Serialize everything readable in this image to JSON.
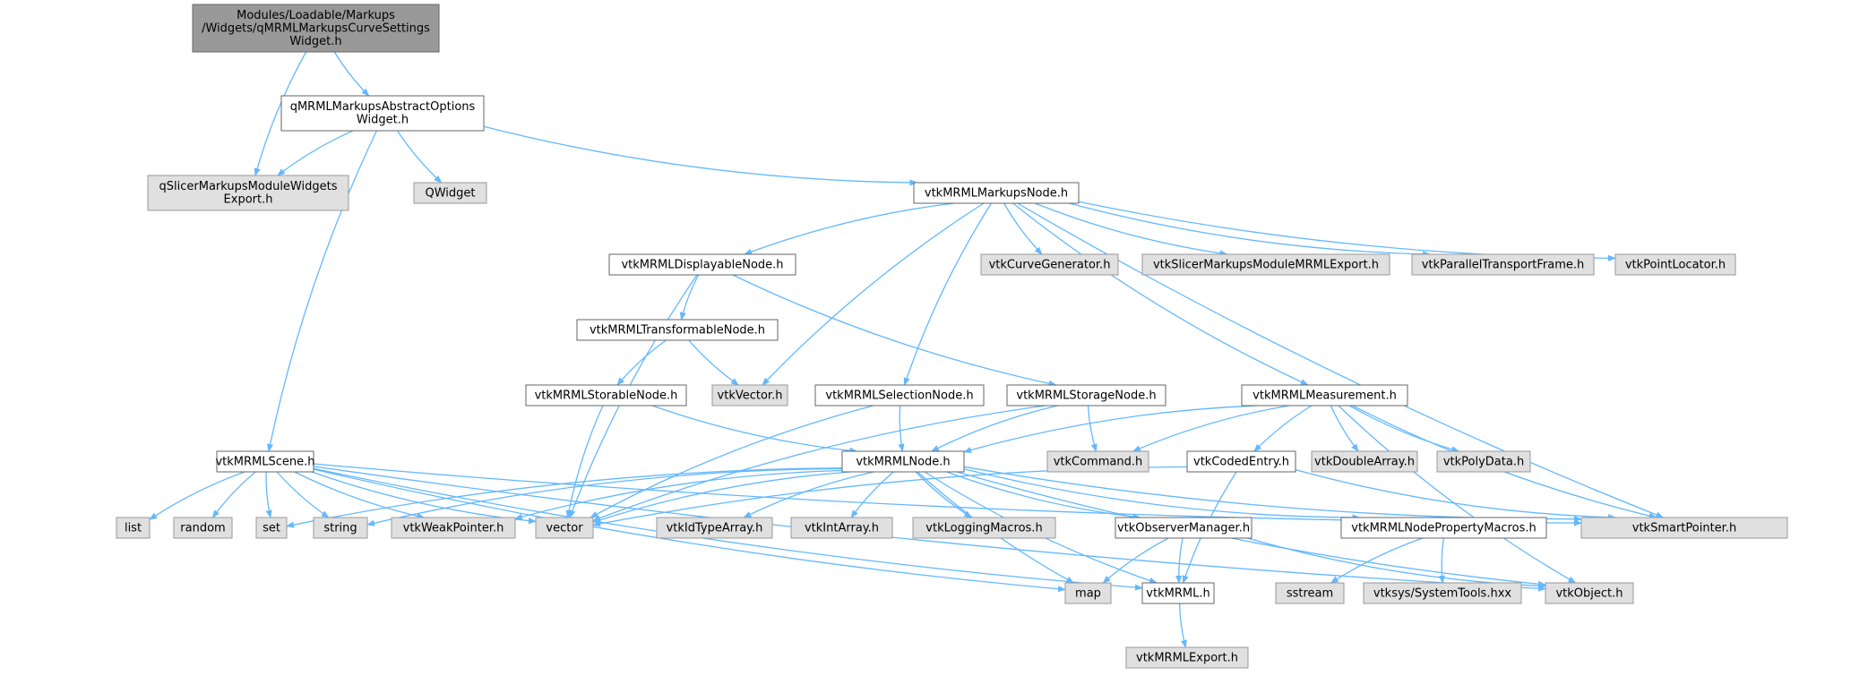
{
  "colors": {
    "root_fill": "#999999",
    "root_stroke": "#666666",
    "doc_fill": "#ffffff",
    "doc_stroke": "#666666",
    "ext_fill": "#e0e0e0",
    "ext_stroke": "#999999",
    "edge": "#63b8ff"
  },
  "nodes": [
    {
      "id": "root",
      "kind": "root",
      "lines": [
        "Modules/Loadable/Markups",
        "/Widgets/qMRMLMarkupsCurveSettings",
        "Widget.h"
      ]
    },
    {
      "id": "absopts",
      "kind": "doc",
      "lines": [
        "qMRMLMarkupsAbstractOptions",
        "Widget.h"
      ]
    },
    {
      "id": "qslicerexp",
      "kind": "ext",
      "lines": [
        "qSlicerMarkupsModuleWidgets",
        "Export.h"
      ]
    },
    {
      "id": "qwidget",
      "kind": "ext",
      "lines": [
        "QWidget"
      ]
    },
    {
      "id": "markupsnode",
      "kind": "doc",
      "lines": [
        "vtkMRMLMarkupsNode.h"
      ]
    },
    {
      "id": "displayable",
      "kind": "doc",
      "lines": [
        "vtkMRMLDisplayableNode.h"
      ]
    },
    {
      "id": "curvegen",
      "kind": "ext",
      "lines": [
        "vtkCurveGenerator.h"
      ]
    },
    {
      "id": "slicermrmlexp",
      "kind": "ext",
      "lines": [
        "vtkSlicerMarkupsModuleMRMLExport.h"
      ]
    },
    {
      "id": "paralleltf",
      "kind": "ext",
      "lines": [
        "vtkParallelTransportFrame.h"
      ]
    },
    {
      "id": "pointloc",
      "kind": "ext",
      "lines": [
        "vtkPointLocator.h"
      ]
    },
    {
      "id": "transformable",
      "kind": "doc",
      "lines": [
        "vtkMRMLTransformableNode.h"
      ]
    },
    {
      "id": "storable",
      "kind": "doc",
      "lines": [
        "vtkMRMLStorableNode.h"
      ]
    },
    {
      "id": "vtkvector",
      "kind": "ext",
      "lines": [
        "vtkVector.h"
      ]
    },
    {
      "id": "selection",
      "kind": "doc",
      "lines": [
        "vtkMRMLSelectionNode.h"
      ]
    },
    {
      "id": "storage",
      "kind": "doc",
      "lines": [
        "vtkMRMLStorageNode.h"
      ]
    },
    {
      "id": "measurement",
      "kind": "doc",
      "lines": [
        "vtkMRMLMeasurement.h"
      ]
    },
    {
      "id": "scene",
      "kind": "doc",
      "lines": [
        "vtkMRMLScene.h"
      ]
    },
    {
      "id": "mrmlnode",
      "kind": "doc",
      "lines": [
        "vtkMRMLNode.h"
      ]
    },
    {
      "id": "command",
      "kind": "ext",
      "lines": [
        "vtkCommand.h"
      ]
    },
    {
      "id": "codedentry",
      "kind": "doc",
      "lines": [
        "vtkCodedEntry.h"
      ]
    },
    {
      "id": "doublearray",
      "kind": "ext",
      "lines": [
        "vtkDoubleArray.h"
      ]
    },
    {
      "id": "polydata",
      "kind": "ext",
      "lines": [
        "vtkPolyData.h"
      ]
    },
    {
      "id": "list",
      "kind": "ext",
      "lines": [
        "list"
      ]
    },
    {
      "id": "random",
      "kind": "ext",
      "lines": [
        "random"
      ]
    },
    {
      "id": "set",
      "kind": "ext",
      "lines": [
        "set"
      ]
    },
    {
      "id": "string",
      "kind": "ext",
      "lines": [
        "string"
      ]
    },
    {
      "id": "weakptr",
      "kind": "ext",
      "lines": [
        "vtkWeakPointer.h"
      ]
    },
    {
      "id": "vector",
      "kind": "ext",
      "lines": [
        "vector"
      ]
    },
    {
      "id": "idtype",
      "kind": "ext",
      "lines": [
        "vtkIdTypeArray.h"
      ]
    },
    {
      "id": "intarray",
      "kind": "ext",
      "lines": [
        "vtkIntArray.h"
      ]
    },
    {
      "id": "logging",
      "kind": "ext",
      "lines": [
        "vtkLoggingMacros.h"
      ]
    },
    {
      "id": "observer",
      "kind": "doc",
      "lines": [
        "vtkObserverManager.h"
      ]
    },
    {
      "id": "propmacros",
      "kind": "doc",
      "lines": [
        "vtkMRMLNodePropertyMacros.h"
      ]
    },
    {
      "id": "smartptr",
      "kind": "ext",
      "lines": [
        "vtkSmartPointer.h"
      ]
    },
    {
      "id": "map",
      "kind": "ext",
      "lines": [
        "map"
      ]
    },
    {
      "id": "vtkmrml",
      "kind": "doc",
      "lines": [
        "vtkMRML.h"
      ]
    },
    {
      "id": "sstream",
      "kind": "ext",
      "lines": [
        "sstream"
      ]
    },
    {
      "id": "systools",
      "kind": "ext",
      "lines": [
        "vtksys/SystemTools.hxx"
      ]
    },
    {
      "id": "vtkobject",
      "kind": "ext",
      "lines": [
        "vtkObject.h"
      ]
    },
    {
      "id": "mrmlexport",
      "kind": "ext",
      "lines": [
        "vtkMRMLExport.h"
      ]
    }
  ],
  "edges": [
    [
      "root",
      "qslicerexp"
    ],
    [
      "root",
      "absopts"
    ],
    [
      "absopts",
      "qslicerexp"
    ],
    [
      "absopts",
      "qwidget"
    ],
    [
      "absopts",
      "markupsnode"
    ],
    [
      "absopts",
      "scene"
    ],
    [
      "markupsnode",
      "displayable"
    ],
    [
      "markupsnode",
      "curvegen"
    ],
    [
      "markupsnode",
      "slicermrmlexp"
    ],
    [
      "markupsnode",
      "paralleltf"
    ],
    [
      "markupsnode",
      "pointloc"
    ],
    [
      "markupsnode",
      "smartptr"
    ],
    [
      "markupsnode",
      "vtkvector"
    ],
    [
      "markupsnode",
      "selection"
    ],
    [
      "markupsnode",
      "measurement"
    ],
    [
      "displayable",
      "transformable"
    ],
    [
      "displayable",
      "storage"
    ],
    [
      "displayable",
      "vector"
    ],
    [
      "transformable",
      "storable"
    ],
    [
      "transformable",
      "vtkvector"
    ],
    [
      "storable",
      "mrmlnode"
    ],
    [
      "storable",
      "vector"
    ],
    [
      "selection",
      "mrmlnode"
    ],
    [
      "selection",
      "vector"
    ],
    [
      "storage",
      "mrmlnode"
    ],
    [
      "storage",
      "command"
    ],
    [
      "storage",
      "vector"
    ],
    [
      "measurement",
      "mrmlnode"
    ],
    [
      "measurement",
      "command"
    ],
    [
      "measurement",
      "codedentry"
    ],
    [
      "measurement",
      "doublearray"
    ],
    [
      "measurement",
      "polydata"
    ],
    [
      "measurement",
      "smartptr"
    ],
    [
      "measurement",
      "vtkobject"
    ],
    [
      "codedentry",
      "vector"
    ],
    [
      "codedentry",
      "vtkmrml"
    ],
    [
      "codedentry",
      "smartptr"
    ],
    [
      "scene",
      "list"
    ],
    [
      "scene",
      "random"
    ],
    [
      "scene",
      "set"
    ],
    [
      "scene",
      "string"
    ],
    [
      "scene",
      "weakptr"
    ],
    [
      "scene",
      "vector"
    ],
    [
      "scene",
      "map"
    ],
    [
      "scene",
      "vtkmrml"
    ],
    [
      "scene",
      "smartptr"
    ],
    [
      "scene",
      "vtkobject"
    ],
    [
      "mrmlnode",
      "set"
    ],
    [
      "mrmlnode",
      "string"
    ],
    [
      "mrmlnode",
      "weakptr"
    ],
    [
      "mrmlnode",
      "vector"
    ],
    [
      "mrmlnode",
      "idtype"
    ],
    [
      "mrmlnode",
      "intarray"
    ],
    [
      "mrmlnode",
      "logging"
    ],
    [
      "mrmlnode",
      "observer"
    ],
    [
      "mrmlnode",
      "propmacros"
    ],
    [
      "mrmlnode",
      "smartptr"
    ],
    [
      "mrmlnode",
      "map"
    ],
    [
      "mrmlnode",
      "vtkmrml"
    ],
    [
      "mrmlnode",
      "vtkobject"
    ],
    [
      "observer",
      "map"
    ],
    [
      "observer",
      "vtkmrml"
    ],
    [
      "observer",
      "vtkobject"
    ],
    [
      "propmacros",
      "sstream"
    ],
    [
      "propmacros",
      "systools"
    ],
    [
      "vtkmrml",
      "mrmlexport"
    ]
  ]
}
